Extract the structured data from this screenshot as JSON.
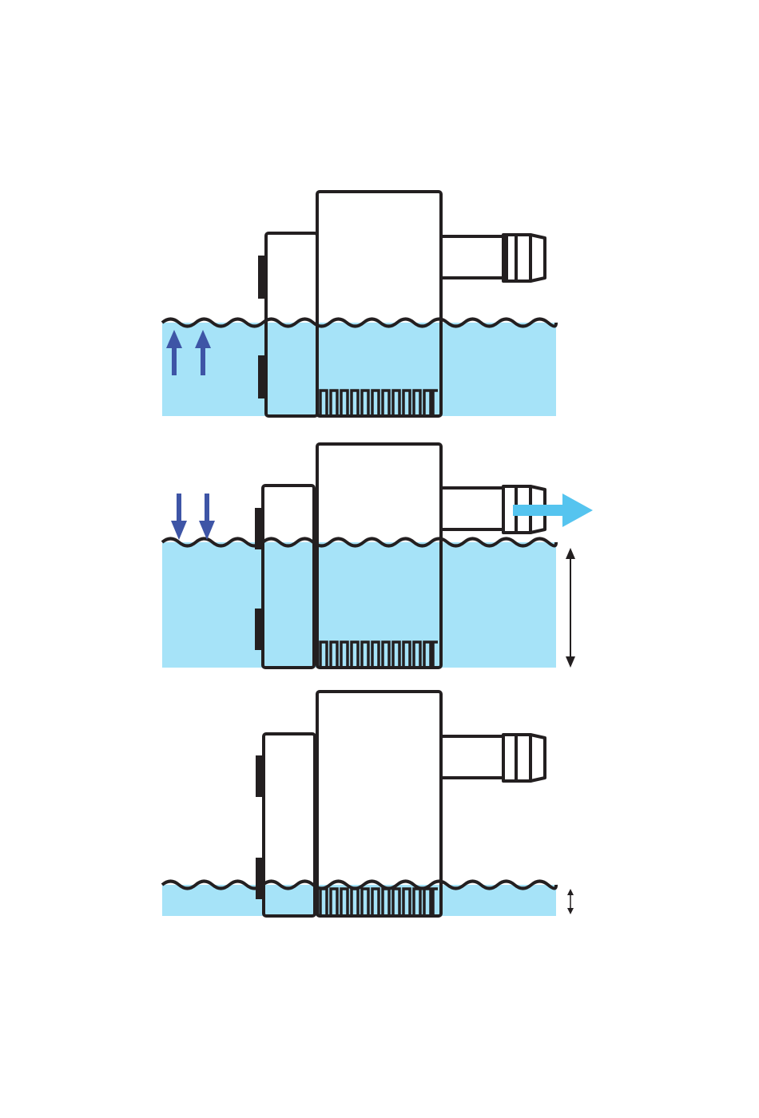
{
  "diagram": {
    "description_visible_text": "",
    "colors": {
      "water": "#a6e3f8",
      "outline": "#231f20",
      "float_switch_dark": "#231f20",
      "level_arrow": "#3e55a6",
      "discharge_arrow": "#55c4ef",
      "background": "#ffffff"
    },
    "panels": [
      {
        "id": "panel-rising",
        "water_level": "rising",
        "level_arrows": "up",
        "discharge_flow": false,
        "level_range_marker": false
      },
      {
        "id": "panel-pumping",
        "water_level": "high",
        "level_arrows": "down",
        "discharge_flow": true,
        "level_range_marker": "large"
      },
      {
        "id": "panel-off",
        "water_level": "low",
        "level_arrows": "none",
        "discharge_flow": false,
        "level_range_marker": "small"
      }
    ],
    "icons": {
      "pump": "submersible-pump-icon",
      "float_switch": "float-switch-icon",
      "hose_barb": "hose-barb-outlet-icon",
      "up_arrow": "arrow-up-icon",
      "down_arrow": "arrow-down-icon",
      "flow_arrow": "arrow-right-icon",
      "range_arrow": "double-headed-arrow-icon"
    }
  }
}
